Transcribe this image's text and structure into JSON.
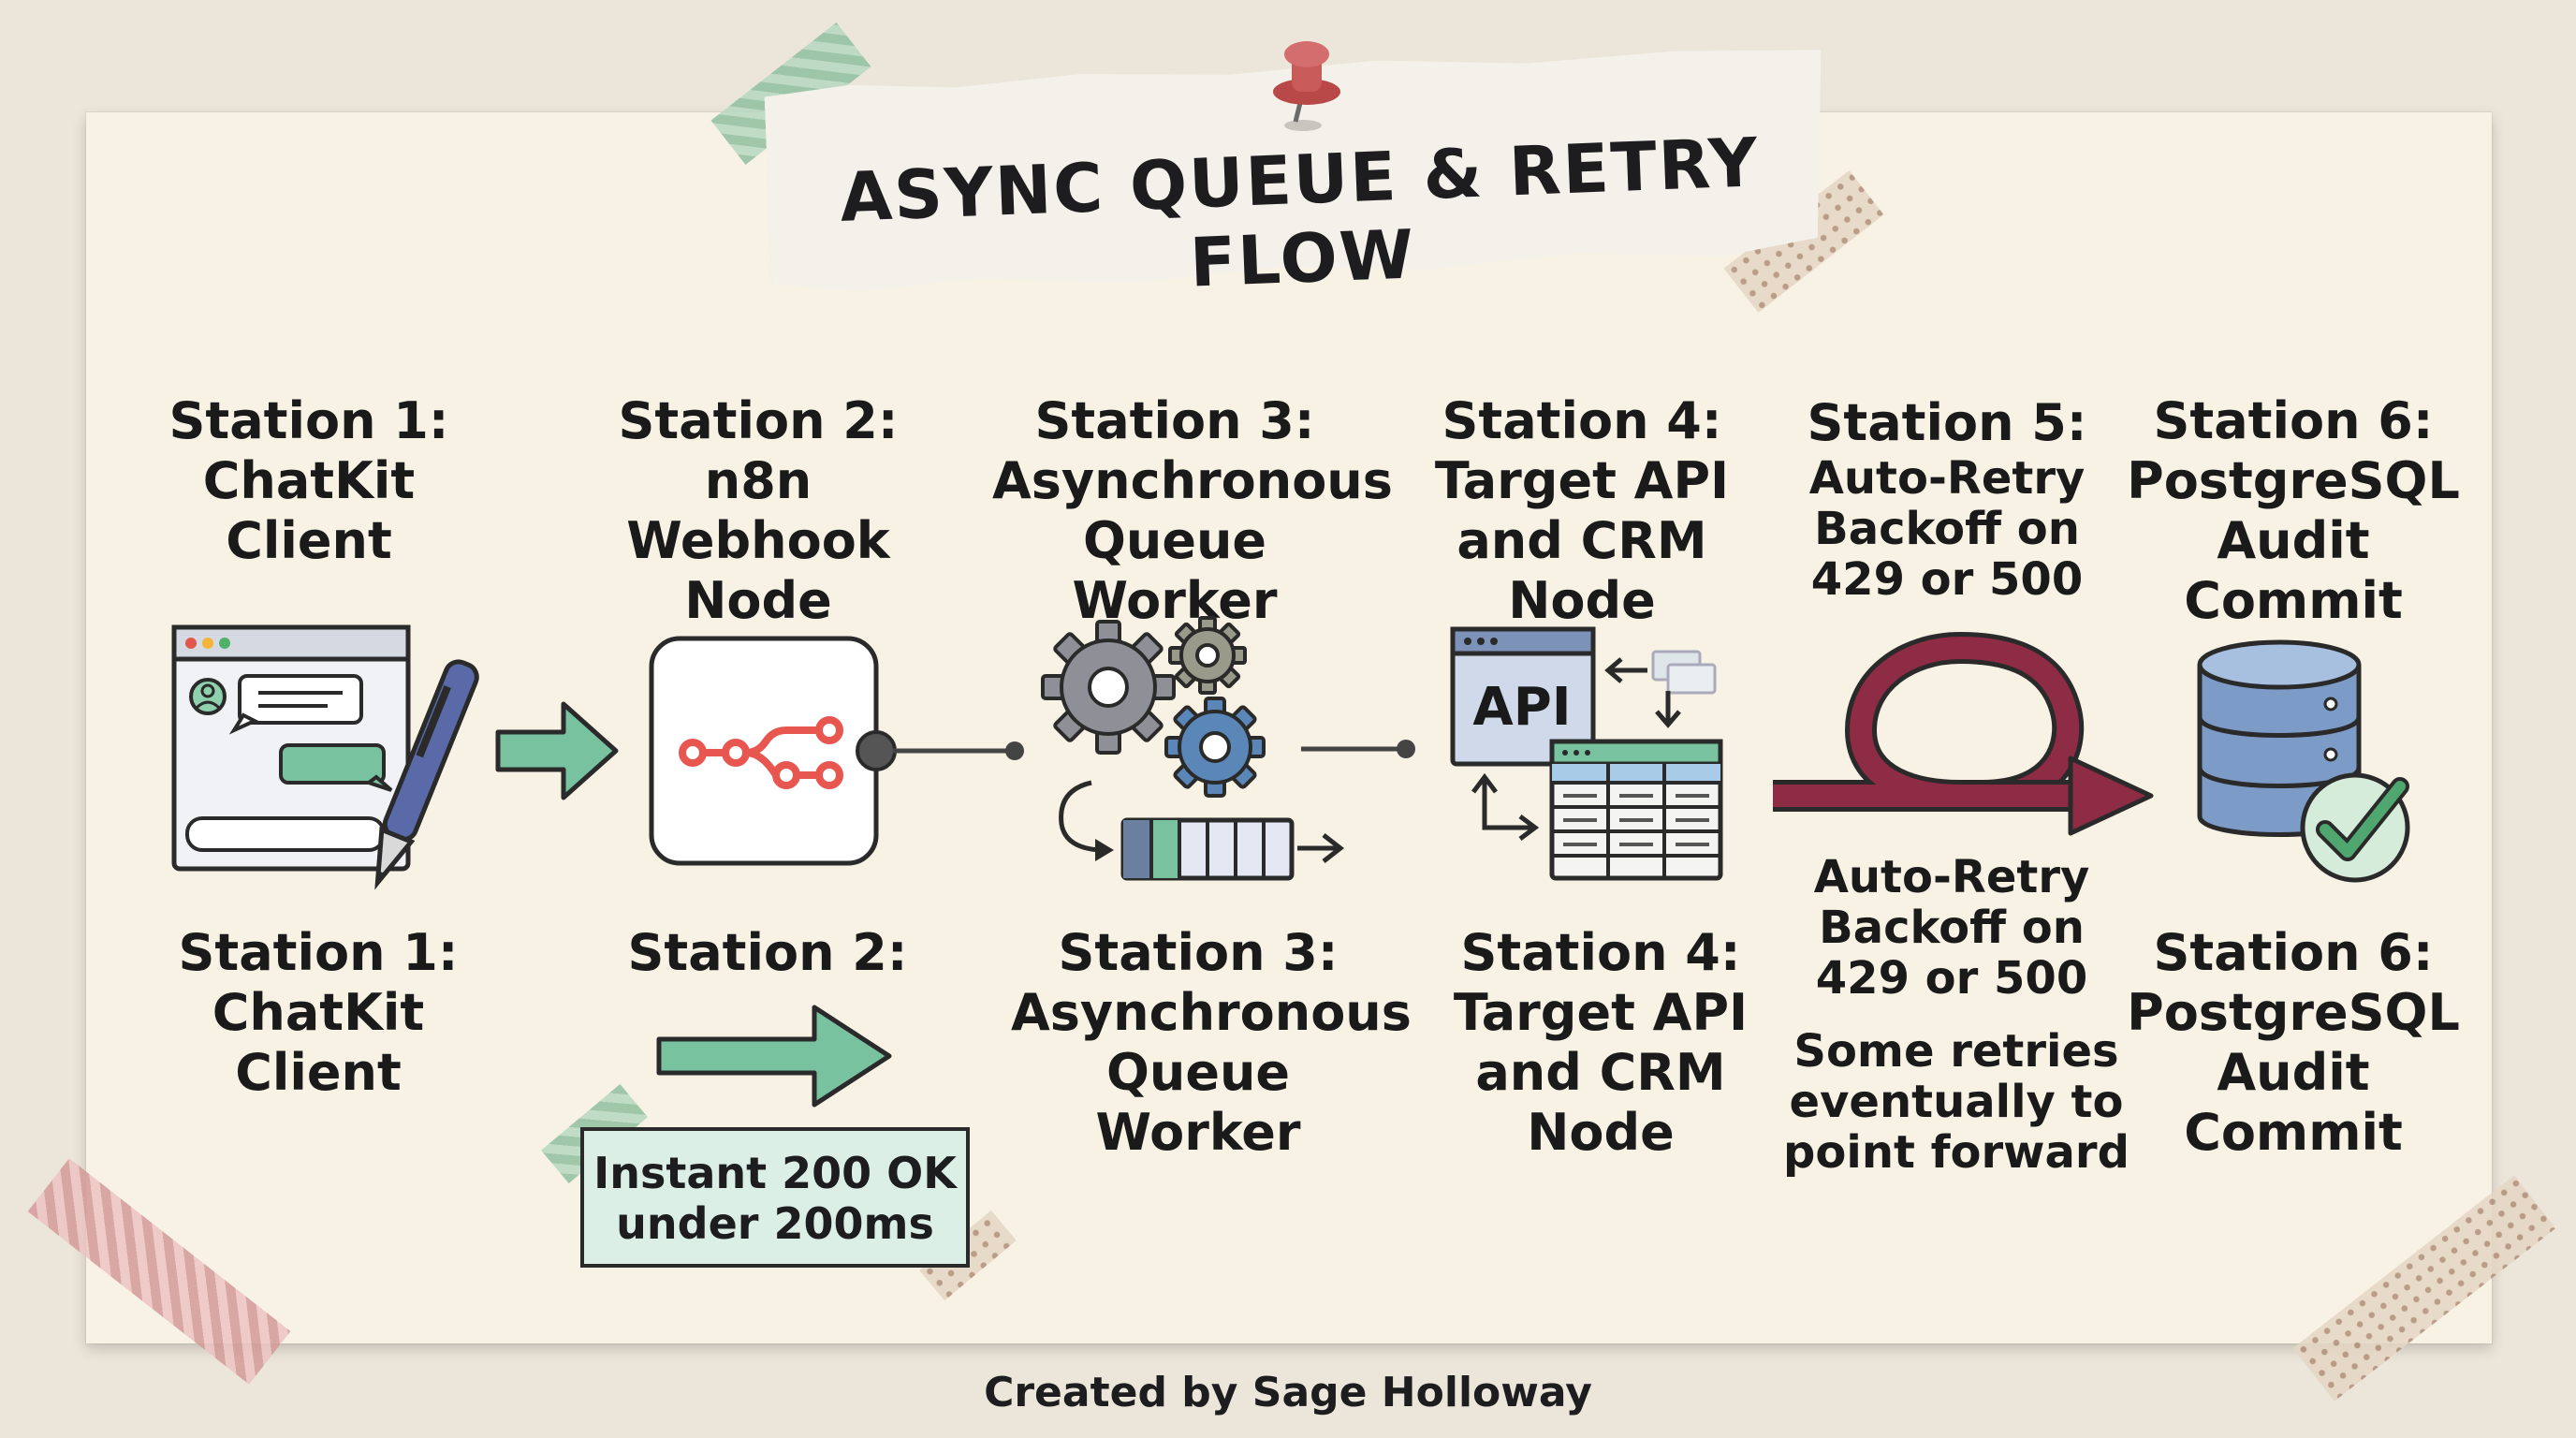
{
  "title": "ASYNC QUEUE & RETRY FLOW",
  "top_stations": [
    {
      "lines": [
        "Station 1:",
        "ChatKit",
        "Client"
      ]
    },
    {
      "lines": [
        "Station 2:",
        "n8n Webhook",
        "Node"
      ]
    },
    {
      "lines": [
        "Station 3:",
        "Asynchronous",
        "Queue Worker"
      ]
    },
    {
      "lines": [
        "Station 4:",
        "Target API",
        "and CRM Node"
      ]
    },
    {
      "lines": [
        "Station 5:",
        "Auto-Retry",
        "Backoff on",
        "429 or 500"
      ]
    },
    {
      "lines": [
        "Station 6:",
        "PostgreSQL",
        "Audit Commit"
      ]
    }
  ],
  "bottom_stations": [
    {
      "lines": [
        "Station 1:",
        "ChatKit",
        "Client"
      ]
    },
    {
      "lines": [
        "Station 2:"
      ]
    },
    {
      "lines": [
        "Station 3:",
        "Asynchronous",
        "Queue Worker"
      ]
    },
    {
      "lines": [
        "Station 4:",
        "Target API",
        "and CRM Node"
      ]
    },
    {
      "lines": [
        "Auto-Retry",
        "Backoff on",
        "429 or 500"
      ]
    },
    {
      "lines": [
        "Station 6:",
        "PostgreSQL",
        "Audit Commit"
      ]
    }
  ],
  "retry_note": [
    "Some retries",
    "eventually to",
    "point forward"
  ],
  "response_note": [
    "Instant 200 OK",
    "under 200ms"
  ],
  "api_badge": "API",
  "footer": "Created by Sage Holloway",
  "colors": {
    "board": "#f8f2e4",
    "arrow_green": "#79c2a0",
    "loop_maroon": "#8e2b45",
    "n8n_red": "#e8574f",
    "db_blue": "#7d9bc7",
    "check_green": "#4fa66f"
  },
  "icons": [
    "chat-window-icon",
    "pen-icon",
    "n8n-logo-icon",
    "gear-icon",
    "queue-bar-icon",
    "api-window-icon",
    "crm-table-icon",
    "retry-loop-icon",
    "database-icon",
    "checkmark-icon",
    "push-pin-icon"
  ]
}
